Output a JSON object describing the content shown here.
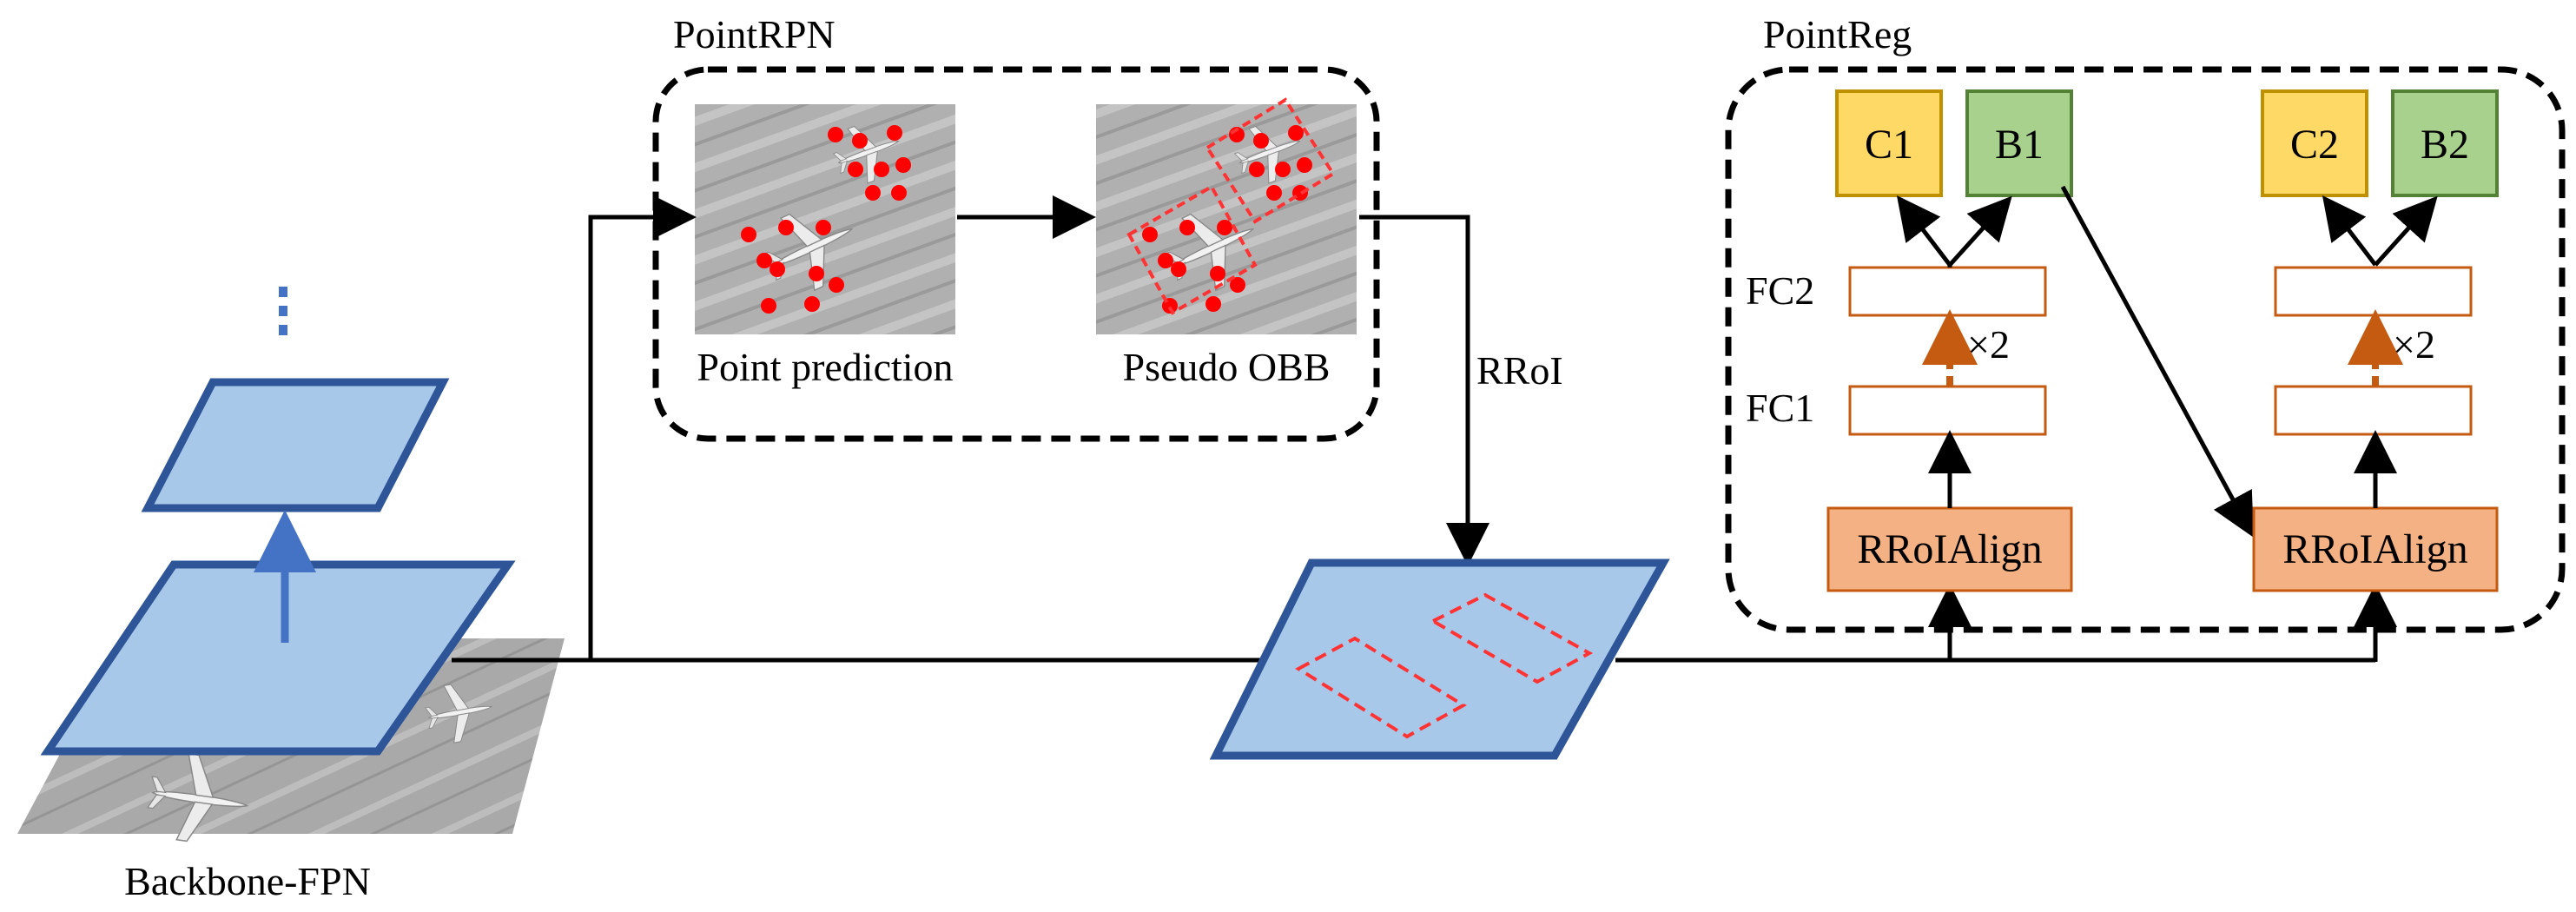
{
  "labels": {
    "backbone": "Backbone-FPN",
    "point_rpn": "PointRPN",
    "point_reg": "PointReg",
    "point_prediction": "Point prediction",
    "pseudo_obb": "Pseudo OBB",
    "rroi": "RRoI",
    "fc2": "FC2",
    "fc1": "FC1",
    "times2_a": "×2",
    "times2_b": "×2",
    "ellipsis": "⋮"
  },
  "boxes": {
    "c1": "C1",
    "b1": "B1",
    "c2": "C2",
    "b2": "B2",
    "rroialign_1": "RRoIAlign",
    "rroialign_2": "RRoIAlign"
  },
  "colors": {
    "feature_fill": "#a8c8ea",
    "feature_stroke": "#2e5597",
    "feature_arrow": "#4472c4",
    "cls_fill": "#ffd966",
    "cls_stroke": "#bf9000",
    "reg_fill": "#a9d18e",
    "reg_stroke": "#538135",
    "align_fill": "#f4b183",
    "align_stroke": "#c55a11",
    "fc_stroke": "#c55a11",
    "point_red": "#ff0000",
    "obb_red": "#ff3333"
  }
}
